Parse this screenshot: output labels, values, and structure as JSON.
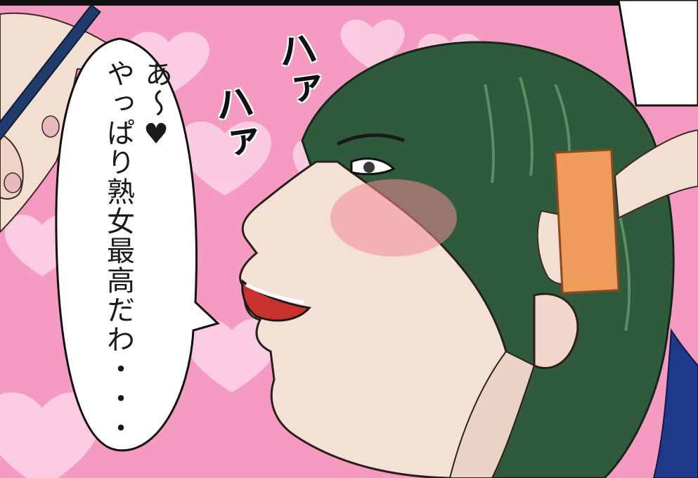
{
  "speech_bubble": {
    "line1": "あ～♥",
    "line2": "やっぱり熟女最高だわ・・・"
  },
  "sound_effects": {
    "sfx1": "ハァ",
    "sfx2": "ハァ"
  },
  "colors": {
    "background_pink": "#f59ac1",
    "heart_light": "#fbd3e6",
    "hair_green": "#2f5b3c",
    "skin": "#f3e1d6",
    "blush": "#f08c95",
    "mouth": "#c8322c",
    "orange_paper": "#ee9b5b"
  }
}
